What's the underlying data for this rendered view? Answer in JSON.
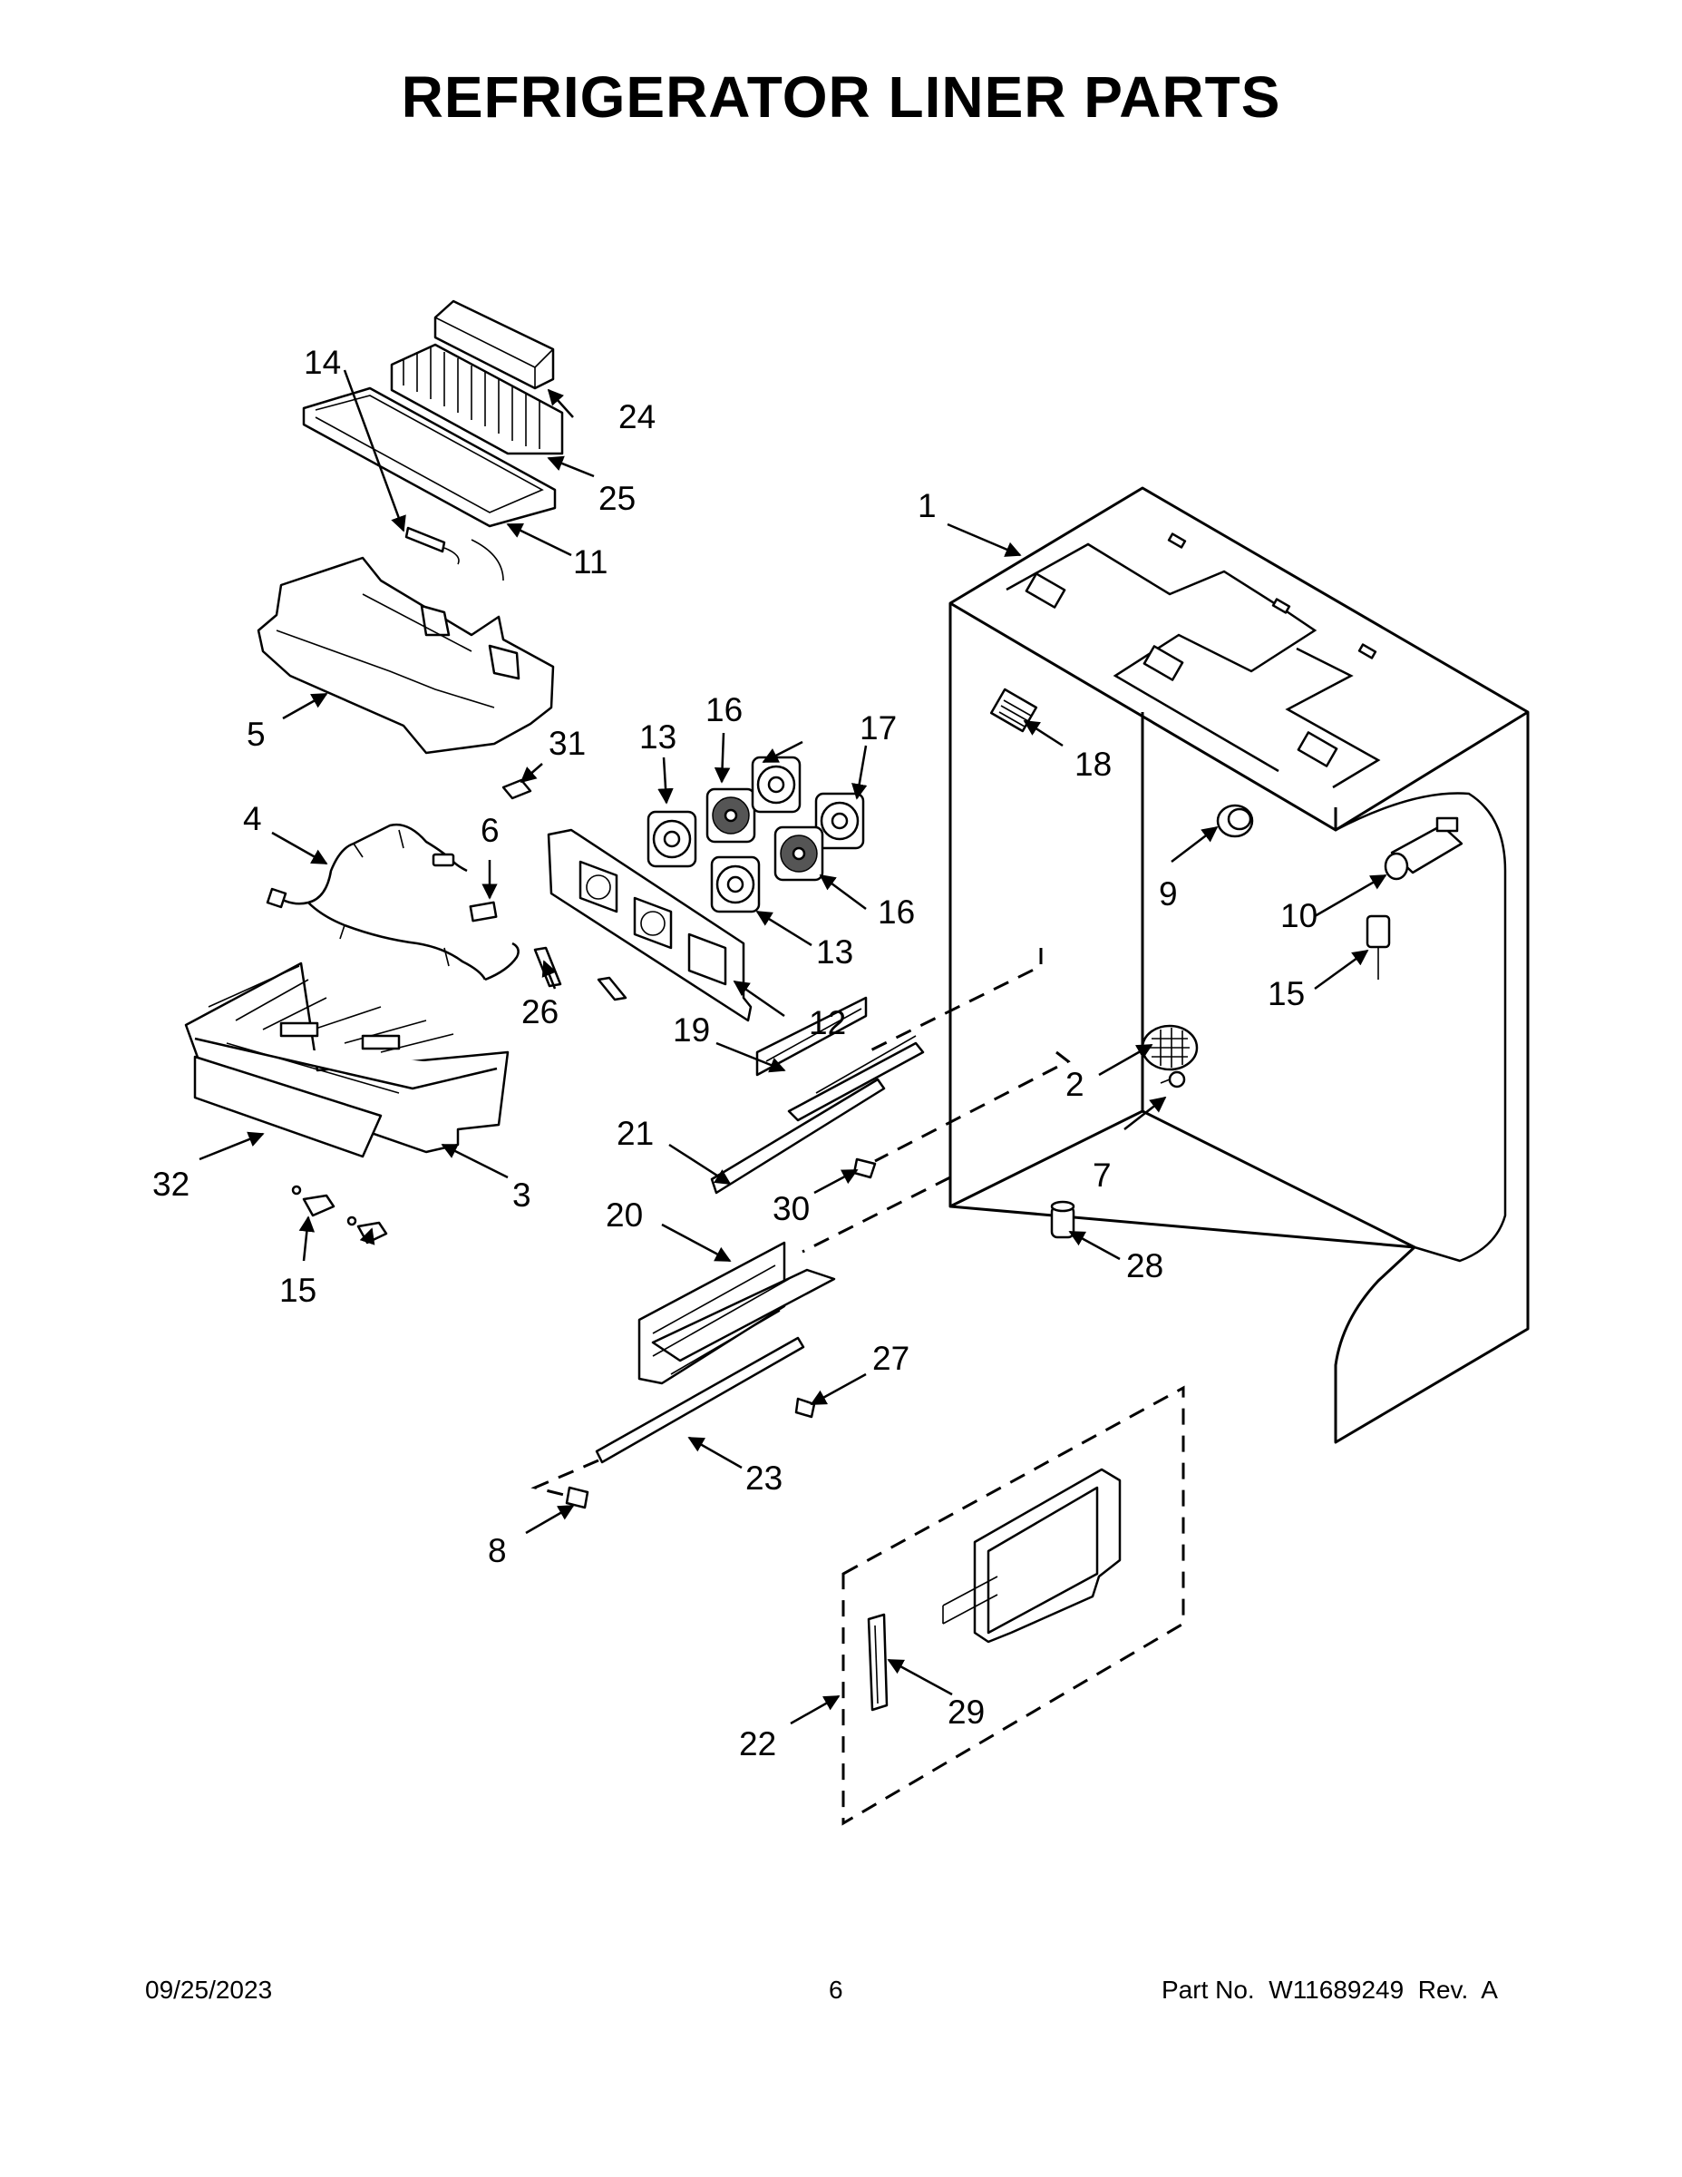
{
  "title": "REFRIGERATOR LINER PARTS",
  "footer": {
    "date": "09/25/2023",
    "page": "6",
    "part_text": "Part No.  W11689249  Rev.  A"
  },
  "callouts": {
    "c1": "1",
    "c2": "2",
    "c3": "3",
    "c4": "4",
    "c5": "5",
    "c6": "6",
    "c7": "7",
    "c8": "8",
    "c9": "9",
    "c10": "10",
    "c11": "11",
    "c12": "12",
    "c13a": "13",
    "c13b": "13",
    "c14": "14",
    "c15a": "15",
    "c15b": "15",
    "c16a": "16",
    "c16b": "16",
    "c17": "17",
    "c18": "18",
    "c19": "19",
    "c20": "20",
    "c21": "21",
    "c22": "22",
    "c23": "23",
    "c24": "24",
    "c25": "25",
    "c26": "26",
    "c27": "27",
    "c28": "28",
    "c29": "29",
    "c30": "30",
    "c31": "31",
    "c32": "32"
  }
}
